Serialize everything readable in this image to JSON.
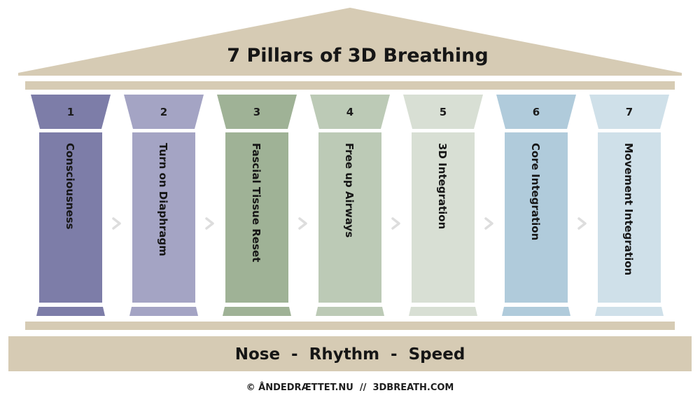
{
  "colors": {
    "beige": "#d6cbb4",
    "chevron": "#dddddd"
  },
  "roof": {
    "title": "7 Pillars of 3D Breathing"
  },
  "pillars": [
    {
      "number": "1",
      "label": "Consciousness",
      "color": "#7d7da8"
    },
    {
      "number": "2",
      "label": "Turn on Diaphragm",
      "color": "#a4a4c4"
    },
    {
      "number": "3",
      "label": "Fascial Tissue Reset",
      "color": "#9fb296"
    },
    {
      "number": "4",
      "label": "Free up Airways",
      "color": "#bccab6"
    },
    {
      "number": "5",
      "label": "3D Integration",
      "color": "#d8dfd4"
    },
    {
      "number": "6",
      "label": "Core Integration",
      "color": "#b0cbdb"
    },
    {
      "number": "7",
      "label": "Movement Integration",
      "color": "#cfe0e9"
    }
  ],
  "base": {
    "text": "Nose  -  Rhythm  -  Speed"
  },
  "footer": {
    "text": "© ÅNDEDRÆTTET.NU  //  3DBREATH.COM"
  }
}
